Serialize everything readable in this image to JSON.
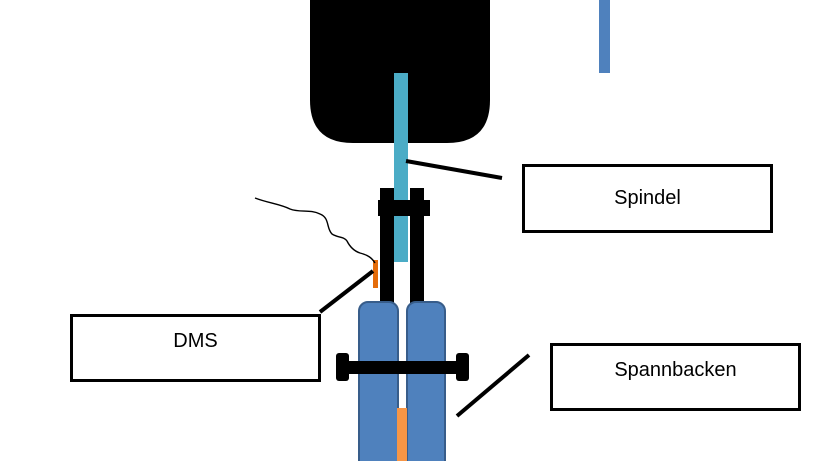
{
  "labels": {
    "spindel": "Spindel",
    "dms": "DMS",
    "spannbacken": "Spannbacken"
  },
  "colors": {
    "machine_head": "#000000",
    "spindle": "#4bacc6",
    "jaw_fill": "#4f81bd",
    "jaw_stroke": "#385d8a",
    "strain_gauge": "#e46c0a",
    "specimen": "#f79646",
    "clamp": "#000000",
    "reference_bar": "#4f81bd"
  }
}
